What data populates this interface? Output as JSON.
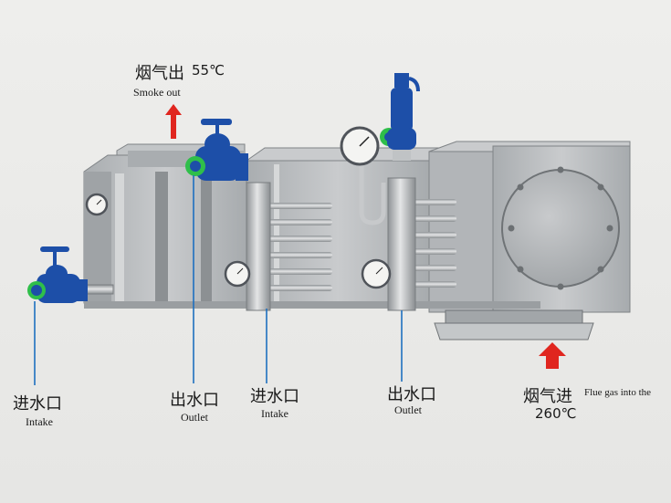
{
  "labels": {
    "smoke_out_zh": "烟气出",
    "smoke_out_temp": "55℃",
    "smoke_out_en": "Smoke out",
    "intake1_zh": "进水口",
    "intake1_en": "Intake",
    "outlet1_zh": "出水口",
    "outlet1_en": "Outlet",
    "intake2_zh": "进水口",
    "intake2_en": "Intake",
    "outlet2_zh": "出水口",
    "outlet2_en": "Outlet",
    "flue_in_zh": "烟气进",
    "flue_in_en": "Flue gas into the",
    "flue_in_temp": "260℃"
  },
  "colors": {
    "steel": "#b9bcbf",
    "steel_dark": "#8f9396",
    "valve_blue": "#1d4fa8",
    "ring_green": "#2fbf4a",
    "arrow_red": "#e0261f",
    "leader_blue": "#1d6fbf"
  },
  "icons": [
    "up-arrow-icon",
    "gate-valve-icon",
    "safety-valve-icon",
    "pressure-gauge-icon",
    "thermometer-icon"
  ]
}
